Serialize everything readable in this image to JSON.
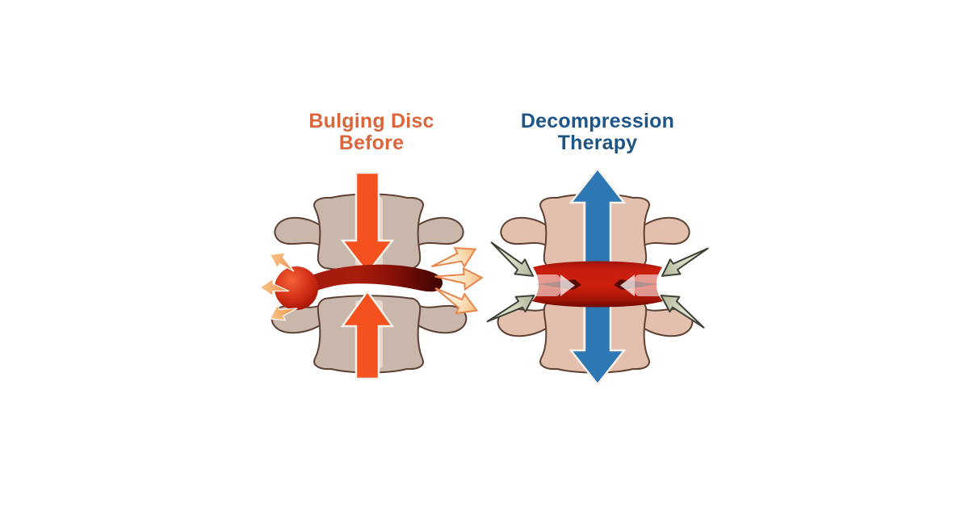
{
  "panels": {
    "before": {
      "title_line1": "Bulging Disc",
      "title_line2": "Before"
    },
    "after": {
      "title_line1": "Decompression",
      "title_line2": "Therapy"
    }
  },
  "icons": {
    "before": [
      "compression-arrow-down",
      "compression-arrow-up",
      "bulge-pressure-arrows-out"
    ],
    "after": [
      "traction-arrow-up",
      "traction-arrow-down",
      "inward-force-arrows"
    ]
  },
  "colors": {
    "background": "#FFFFFF",
    "title-orange": "#DB663C",
    "title-blue": "#1D5586",
    "compression-orange": "#F4511E",
    "decompression-blue": "#2E77B5",
    "arrow-outline": "#F6F1EA",
    "bone-left": "#C9B7AC",
    "bone-left-light": "#E5D7CB",
    "bone-right": "#E3C0AE",
    "bone-right-light": "#F2DDCC",
    "bone-outline": "#5E4033",
    "disc-dark-red": "#8F1408",
    "disc-dark-end": "#3F0402",
    "disc-bright-red": "#C81E0E",
    "bulge-red": "#D83418",
    "side-arrow-orange": "#EE8C44",
    "outlined-arrow-stroke": "#E9854A",
    "gray-arrow-fill": "#D6DAC4",
    "gray-arrow-stroke": "#3E4036"
  }
}
